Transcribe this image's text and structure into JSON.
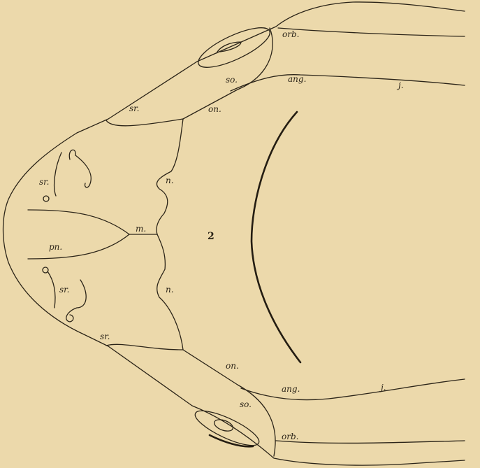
{
  "figure": {
    "number": "2",
    "labels": {
      "orb_top": "orb.",
      "so_top": "so.",
      "ang_top": "ang.",
      "j_top": "j.",
      "sr_top": "sr.",
      "on_top": "on.",
      "sr_left_top": "sr.",
      "n_top": "n.",
      "m": "m.",
      "pn": "pn.",
      "sr_left_bottom": "sr.",
      "n_bottom": "n.",
      "sr_bottom": "sr.",
      "on_bottom": "on.",
      "ang_bottom": "ang.",
      "j_bottom": "j.",
      "so_bottom": "so.",
      "orb_bottom": "orb."
    }
  },
  "colors": {
    "paper": "#ecd9ab",
    "ink": "#2b2418"
  }
}
